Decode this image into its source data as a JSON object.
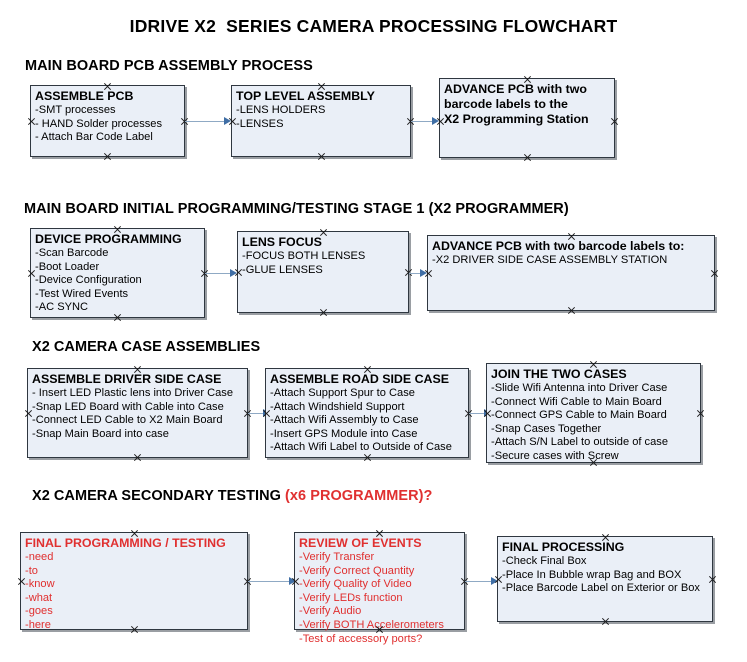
{
  "title": "IDRIVE X2  SERIES CAMERA PROCESSING FLOWCHART",
  "colors": {
    "box_fill": "#eaeff7",
    "box_border": "#2f3740",
    "accent_red": "#e03030",
    "connector_line": "#8fa9c4",
    "connector_head": "#3f6ea5"
  },
  "sections": [
    {
      "heading": "MAIN BOARD PCB ASSEMBLY PROCESS",
      "heading_accent": "",
      "boxes": [
        {
          "header": "ASSEMBLE PCB",
          "lines": [
            "-SMT processes",
            "- HAND Solder processes",
            "- Attach Bar Code Label"
          ],
          "text_color": "black"
        },
        {
          "header": "TOP LEVEL ASSEMBLY",
          "lines": [
            "-LENS HOLDERS",
            "-LENSES"
          ],
          "text_color": "black"
        },
        {
          "header": "ADVANCE PCB with two",
          "lines": [
            "barcode labels to the",
            " X2 Programming Station"
          ],
          "text_color": "black"
        }
      ]
    },
    {
      "heading": "MAIN BOARD INITIAL PROGRAMMING/TESTING STAGE 1 (X2 PROGRAMMER)",
      "heading_accent": "",
      "boxes": [
        {
          "header": "DEVICE PROGRAMMING",
          "lines": [
            "-Scan Barcode",
            "-Boot Loader",
            "-Device Configuration",
            "-Test Wired Events",
            "-AC SYNC"
          ],
          "text_color": "black"
        },
        {
          "header": "LENS FOCUS",
          "lines": [
            "-FOCUS BOTH LENSES",
            "-GLUE LENSES"
          ],
          "text_color": "black"
        },
        {
          "header": "ADVANCE PCB with two barcode labels to:",
          "lines": [
            "-X2 DRIVER  SIDE  CASE  ASSEMBLY STATION"
          ],
          "text_color": "black"
        }
      ]
    },
    {
      "heading": "X2 CAMERA CASE ASSEMBLIES",
      "heading_accent": "",
      "boxes": [
        {
          "header": "ASSEMBLE DRIVER SIDE CASE",
          "lines": [
            "- Insert LED Plastic lens into Driver Case",
            "-Snap LED Board with Cable into Case",
            "-Connect LED Cable to X2 Main Board",
            "-Snap Main Board into case"
          ],
          "text_color": "black"
        },
        {
          "header": "ASSEMBLE ROAD SIDE CASE",
          "lines": [
            "-Attach Support Spur to Case",
            "-Attach Windshield Support",
            "-Attach Wifi Assembly to Case",
            "-Insert GPS Module into Case",
            "-Attach Wifi Label to Outside of Case"
          ],
          "text_color": "black"
        },
        {
          "header": "JOIN THE TWO CASES",
          "lines": [
            "-Slide Wifi Antenna into Driver Case",
            "-Connect Wifi Cable to Main Board",
            "-Connect GPS Cable to Main Board",
            "-Snap Cases Together",
            "-Attach S/N Label to outside of case",
            "-Secure cases with Screw"
          ],
          "text_color": "black"
        }
      ]
    },
    {
      "heading": "X2 CAMERA SECONDARY TESTING ",
      "heading_accent": "(x6 PROGRAMMER)?",
      "boxes": [
        {
          "header": "FINAL PROGRAMMING / TESTING",
          "lines": [
            "-need",
            "-to",
            "-know",
            "-what",
            "-goes",
            "-here"
          ],
          "text_color": "red"
        },
        {
          "header": "REVIEW OF EVENTS",
          "lines": [
            "-Verify Transfer",
            "-Verify Correct Quantity",
            "-Verify Quality of Video",
            "-Verify LEDs function",
            "-Verify Audio",
            "-Verify BOTH Accelerometers",
            "-Test of accessory ports?"
          ],
          "text_color": "red"
        },
        {
          "header": "FINAL PROCESSING",
          "lines": [
            " -Check Final Box",
            "-Place In Bubble wrap Bag and BOX",
            "-Place Barcode Label on Exterior or Box"
          ],
          "text_color": "black"
        }
      ]
    }
  ]
}
